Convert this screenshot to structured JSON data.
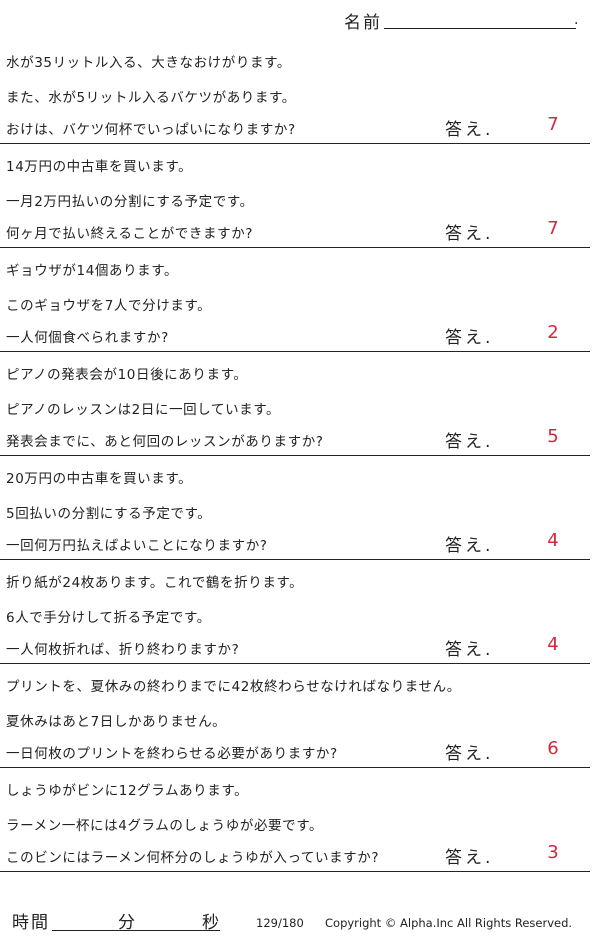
{
  "header": {
    "name_label": "名前",
    "name_end": "."
  },
  "problems": [
    {
      "lines": [
        "水が35リットル入る、大きなおけがります。",
        "また、水が5リットル入るバケツがあります。",
        "おけは、バケツ何杯でいっぱいになりますか?"
      ],
      "answer_label": "答え.",
      "answer": "7"
    },
    {
      "lines": [
        "14万円の中古車を買います。",
        "一月2万円払いの分割にする予定です。",
        "何ヶ月で払い終えることができますか?"
      ],
      "answer_label": "答え.",
      "answer": "7"
    },
    {
      "lines": [
        "ギョウザが14個あります。",
        "このギョウザを7人で分けます。",
        "一人何個食べられますか?"
      ],
      "answer_label": "答え.",
      "answer": "2"
    },
    {
      "lines": [
        "ピアノの発表会が10日後にあります。",
        "ピアノのレッスンは2日に一回しています。",
        "発表会までに、あと何回のレッスンがありますか?"
      ],
      "answer_label": "答え.",
      "answer": "5"
    },
    {
      "lines": [
        "20万円の中古車を買います。",
        "5回払いの分割にする予定です。",
        "一回何万円払えばよいことになりますか?"
      ],
      "answer_label": "答え.",
      "answer": "4"
    },
    {
      "lines": [
        "折り紙が24枚あります。これで鶴を折ります。",
        "6人で手分けして折る予定です。",
        "一人何枚折れば、折り終わりますか?"
      ],
      "answer_label": "答え.",
      "answer": "4"
    },
    {
      "lines": [
        "プリントを、夏休みの終わりまでに42枚終わらせなければなりません。",
        "夏休みはあと7日しかありません。",
        "一日何枚のプリントを終わらせる必要がありますか?"
      ],
      "answer_label": "答え.",
      "answer": "6"
    },
    {
      "lines": [
        "しょうゆがビンに12グラムあります。",
        "ラーメン一杯には4グラムのしょうゆが必要です。",
        "このビンにはラーメン何杯分のしょうゆが入っていますか?"
      ],
      "answer_label": "答え.",
      "answer": "3"
    }
  ],
  "footer": {
    "time_label": "時間",
    "minute_label": "分",
    "second_label": "秒",
    "page": "129/180",
    "copyright": "Copyright © Alpha.Inc All Rights Reserved."
  },
  "colors": {
    "answer": "#d6263d",
    "text": "#222222"
  }
}
